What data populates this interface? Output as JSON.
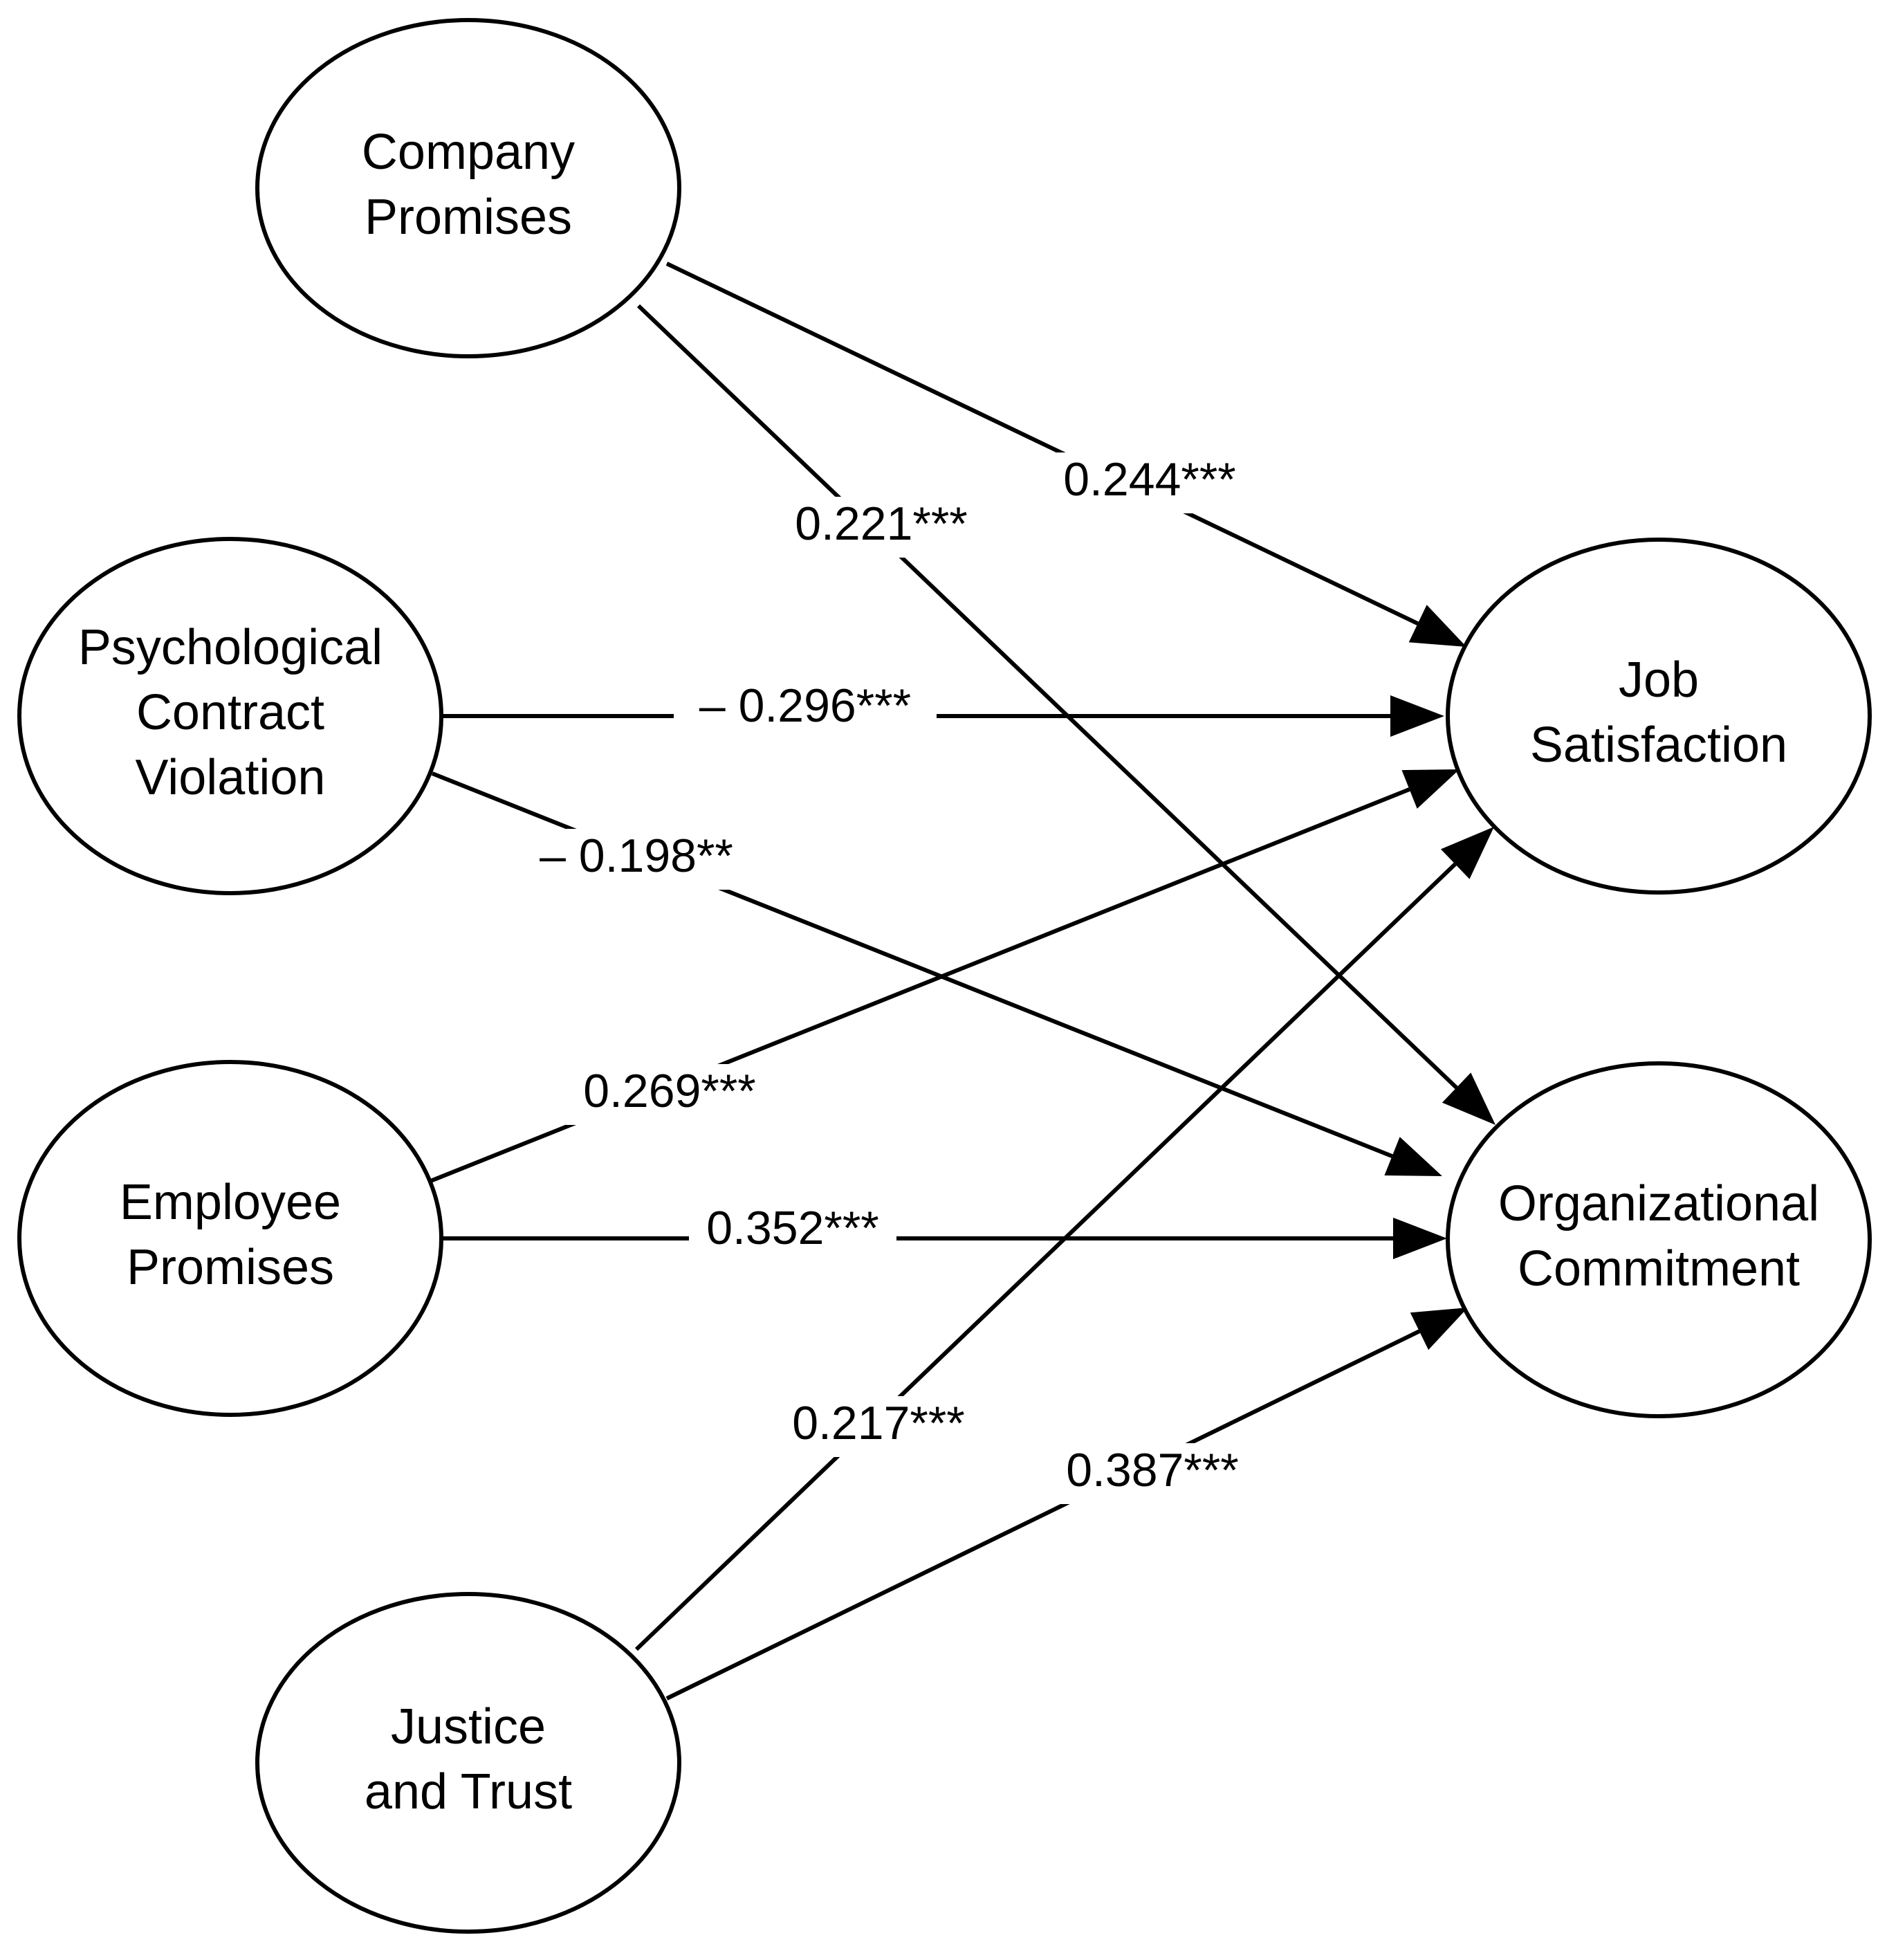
{
  "nodes": [
    {
      "id": "company_promises",
      "lines": [
        "Company",
        "Promises"
      ]
    },
    {
      "id": "psychological_contract_violation",
      "lines": [
        "Psychological",
        "Contract",
        "Violation"
      ]
    },
    {
      "id": "employee_promises",
      "lines": [
        "Employee",
        "Promises"
      ]
    },
    {
      "id": "justice_and_trust",
      "lines": [
        "Justice",
        "and Trust"
      ]
    },
    {
      "id": "job_satisfaction",
      "lines": [
        "Job",
        "Satisfaction"
      ]
    },
    {
      "id": "organizational_commitment",
      "lines": [
        "Organizational",
        "Commitment"
      ]
    }
  ],
  "edges": [
    {
      "from": "company_promises",
      "to": "job_satisfaction",
      "label": "0.244***"
    },
    {
      "from": "company_promises",
      "to": "organizational_commitment",
      "label": "0.221***"
    },
    {
      "from": "psychological_contract_violation",
      "to": "job_satisfaction",
      "label": "– 0.296***"
    },
    {
      "from": "psychological_contract_violation",
      "to": "organizational_commitment",
      "label": "– 0.198**"
    },
    {
      "from": "employee_promises",
      "to": "job_satisfaction",
      "label": "0.269***"
    },
    {
      "from": "employee_promises",
      "to": "organizational_commitment",
      "label": "0.352***"
    },
    {
      "from": "justice_and_trust",
      "to": "job_satisfaction",
      "label": "0.217***"
    },
    {
      "from": "justice_and_trust",
      "to": "organizational_commitment",
      "label": "0.387***"
    }
  ]
}
